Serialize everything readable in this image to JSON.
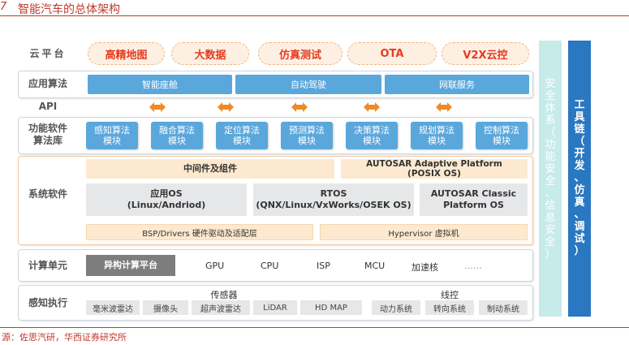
{
  "header": {
    "figure_number": "7",
    "title": "智能汽车的总体架构"
  },
  "rows": {
    "cloud": "云平台",
    "app_algo": "应用算法",
    "api": "API",
    "func_software_line1": "功能软件",
    "func_software_line2": "算法库",
    "system_software": "系统软件",
    "compute": "计算单元",
    "perception": "感知执行"
  },
  "cloud_items": [
    "高精地图",
    "大数据",
    "仿真测试",
    "OTA",
    "V2X云控"
  ],
  "app_items": [
    "智能座舱",
    "自动驾驶",
    "网联服务"
  ],
  "algo_modules": [
    {
      "line1": "感知算法",
      "line2": "模块"
    },
    {
      "line1": "融合算法",
      "line2": "模块"
    },
    {
      "line1": "定位算法",
      "line2": "模块"
    },
    {
      "line1": "预测算法",
      "line2": "模块"
    },
    {
      "line1": "决策算法",
      "line2": "模块"
    },
    {
      "line1": "规划算法",
      "line2": "模块"
    },
    {
      "line1": "控制算法",
      "line2": "模块"
    }
  ],
  "system": {
    "middleware": "中间件及组件",
    "adaptive_line1": "AUTOSAR Adaptive Platform",
    "adaptive_line2": "(POSIX OS)",
    "os_line1": "应用OS",
    "os_line2": "(Linux/Andriod)",
    "rtos_line1": "RTOS",
    "rtos_line2": "(QNX/Linux/VxWorks/OSEK OS)",
    "classic_line1": "AUTOSAR Classic",
    "classic_line2": "Platform OS",
    "bsp": "BSP/Drivers 硬件驱动及适配层",
    "hypervisor": "Hypervisor 虚拟机"
  },
  "compute": {
    "hetero": "异构计算平台",
    "chips": [
      "GPU",
      "CPU",
      "ISP",
      "MCU",
      "加速核",
      "……"
    ]
  },
  "perception": {
    "sensor_title": "传感器",
    "sensors": [
      "毫米波雷达",
      "摄像头",
      "超声波雷达",
      "LiDAR",
      "HD MAP"
    ],
    "actuator_title": "线控",
    "actuators": [
      "动力系统",
      "转向系统",
      "制动系统"
    ]
  },
  "side": {
    "security": [
      "安",
      "全",
      "体",
      "系",
      "（",
      "功",
      "能",
      "安",
      "全",
      "、",
      "信",
      "息",
      "安",
      "全",
      "）"
    ],
    "toolchain": [
      "工",
      "具",
      "链",
      "（",
      "开",
      "发",
      "、",
      "仿",
      "真",
      "、",
      "调",
      "试",
      "）"
    ]
  },
  "colors": {
    "accent_red": "#c0392b",
    "cloud_text": "#e63b1f",
    "module_blue": "#5aa7dc",
    "toolchain_blue": "#2a77c2",
    "security_teal": "#c7ebe9",
    "arrow_orange": "#f08a24"
  },
  "footer": {
    "source": "源：佐思汽研，华西证券研究所"
  }
}
